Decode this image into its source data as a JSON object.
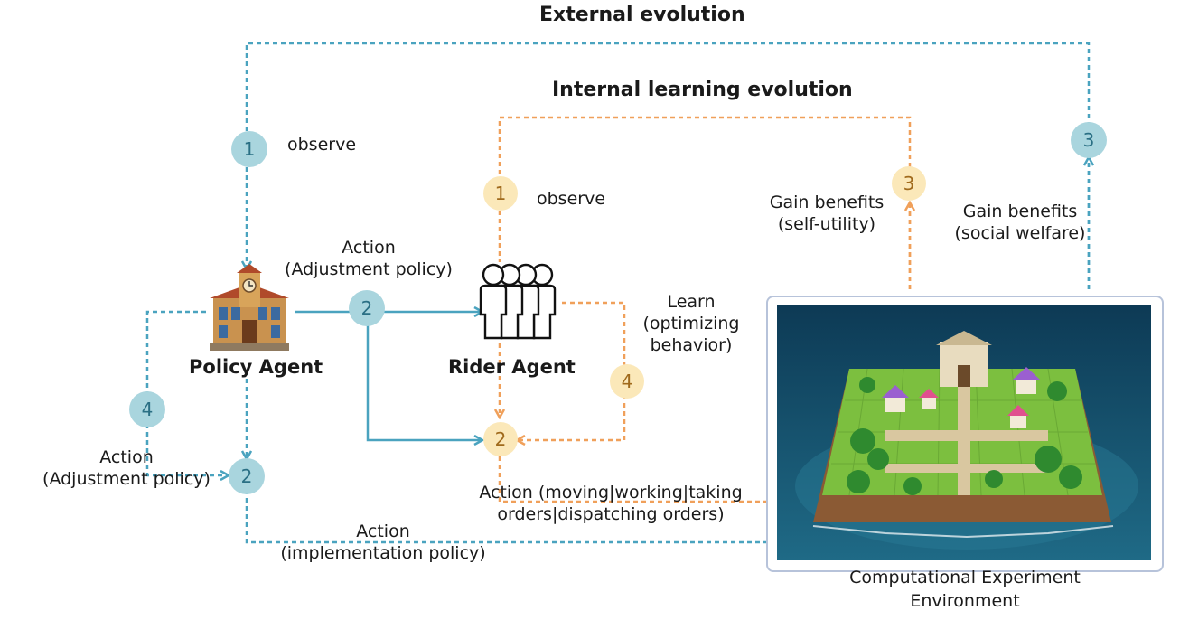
{
  "titles": {
    "external": "External evolution",
    "internal": "Internal learning evolution"
  },
  "badges": {
    "blue_observe": "1",
    "blue_action": "2",
    "blue_adjust": "4",
    "blue_target": "2",
    "blue_gain": "3",
    "orange_observe": "1",
    "orange_target": "2",
    "orange_gain": "3",
    "orange_learn": "4"
  },
  "labels": {
    "observe_policy": "observe",
    "observe_rider": "observe",
    "action_adjust_top": [
      "Action",
      "(Adjustment policy)"
    ],
    "action_adjust_left": [
      "Action",
      "(Adjustment policy)"
    ],
    "policy_agent": "Policy Agent",
    "rider_agent": "Rider Agent",
    "learn": [
      "Learn",
      "(optimizing",
      "behavior)"
    ],
    "gain_self": [
      "Gain benefits",
      "(self-utility)"
    ],
    "gain_social": [
      "Gain benefits",
      "(social welfare)"
    ],
    "action_rider": [
      "Action (moving|working|taking",
      "orders|dispatching orders)"
    ],
    "action_implementation": [
      "Action",
      "(implementation policy)"
    ],
    "environment": [
      "Computational Experiment",
      "Environment"
    ]
  },
  "colors": {
    "blue": "#4aa3bf",
    "orange": "#f0a05a"
  },
  "icons": {
    "policy": "town-hall-icon",
    "rider": "people-group-icon",
    "environment": "island-town-image"
  }
}
